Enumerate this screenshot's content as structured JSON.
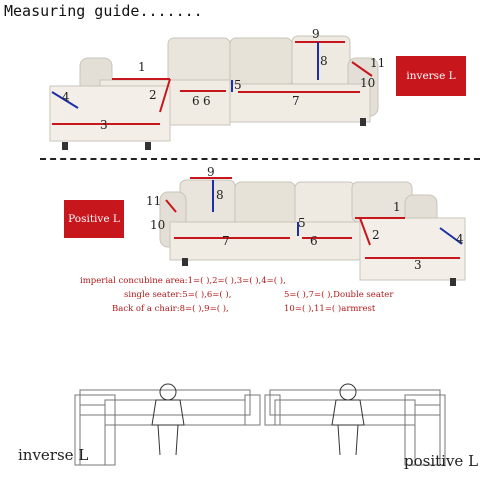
{
  "title": "Measuring guide.......",
  "top_section": {
    "label": "inverse L",
    "numbers": [
      "1",
      "2",
      "3",
      "4",
      "5",
      "6",
      "6",
      "7",
      "8",
      "9",
      "10",
      "11"
    ]
  },
  "middle_section": {
    "label": "Positive L",
    "numbers": [
      "1",
      "2",
      "3",
      "4",
      "5",
      "6",
      "7",
      "8",
      "9",
      "10",
      "11"
    ]
  },
  "formulas": [
    "imperial concubine area:1=(  ),2=(  ),3=(  ),4=(  ),",
    "single seater:5=(  ),6=(  ),",
    "5=(  ),7=(  ),Double seater",
    "Back of a chair:8=(  ),9=(  ),",
    "10=(  ),11=(  )armrest"
  ],
  "bottom_labels": {
    "left": "inverse  L",
    "right": "positive L"
  },
  "colors": {
    "accent_red": "#c8161d",
    "sofa_fill": "#ece8df",
    "measure_blue": "#1b2fa8"
  }
}
